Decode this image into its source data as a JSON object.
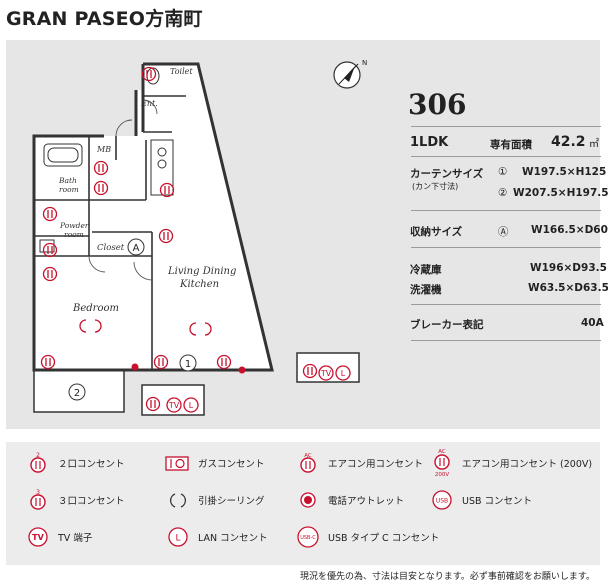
{
  "title": "GRAN PASEO方南町",
  "unit": {
    "number": "306",
    "layout": "1LDK",
    "area_label": "専有面積",
    "area_value": "42.2",
    "area_unit": "㎡"
  },
  "curtain": {
    "label": "カーテンサイズ",
    "sub_label": "(カン下寸法)",
    "rows": [
      {
        "mark": "①",
        "value": "W197.5×H125"
      },
      {
        "mark": "②",
        "value": "W207.5×H197.5"
      }
    ]
  },
  "storage": {
    "label": "収納サイズ",
    "mark": "Ⓐ",
    "value": "W166.5×D60"
  },
  "fridge": {
    "label": "冷蔵庫",
    "value": "W196×D93.5"
  },
  "washer": {
    "label": "洗濯機",
    "value": "W63.5×D63.5"
  },
  "breaker": {
    "label": "ブレーカー表記",
    "value": "40A"
  },
  "plan": {
    "rooms": {
      "toilet": "Toilet",
      "entrance": "Ent.",
      "mb": "MB",
      "bath_1": "Bath",
      "bath_2": "room",
      "powder_1": "Powder",
      "powder_2": "room",
      "closet": "Closet",
      "closet_mark": "A",
      "ldk_1": "Living Dining",
      "ldk_2": "Kitchen",
      "bedroom": "Bedroom",
      "window_1": "1",
      "window_2": "2"
    },
    "badges": {
      "tv": "TV",
      "lan": "L"
    }
  },
  "legend": {
    "items": [
      {
        "icon": "outlet-2-icon",
        "label": "２口コンセント"
      },
      {
        "icon": "gas-outlet-icon",
        "label": "ガスコンセント"
      },
      {
        "icon": "ac-outlet-icon",
        "label": "エアコン用コンセント"
      },
      {
        "icon": "ac-200v-outlet-icon",
        "label": "エアコン用コンセント (200V)"
      },
      {
        "icon": "outlet-3-icon",
        "label": "３口コンセント"
      },
      {
        "icon": "ceiling-hook-icon",
        "label": "引掛シーリング"
      },
      {
        "icon": "phone-outlet-icon",
        "label": "電話アウトレット"
      },
      {
        "icon": "usb-outlet-icon",
        "label": "USB コンセント"
      },
      {
        "icon": "tv-terminal-icon",
        "label": "TV 端子"
      },
      {
        "icon": "lan-outlet-icon",
        "label": "LAN コンセント"
      },
      {
        "icon": "usb-c-outlet-icon",
        "label": "USB タイプ C コンセント"
      }
    ],
    "icon_text": {
      "num2": "2",
      "num3": "3",
      "ac": "AC",
      "v200": "200V",
      "usb": "USB",
      "usbc": "USB-C",
      "tv": "TV",
      "lan": "L"
    }
  },
  "footnote": "現況を優先の為、寸法は目安となります。必ず事前確認をお願いします。",
  "colors": {
    "accent": "#c8102e",
    "panel": "#e6e6e6"
  }
}
